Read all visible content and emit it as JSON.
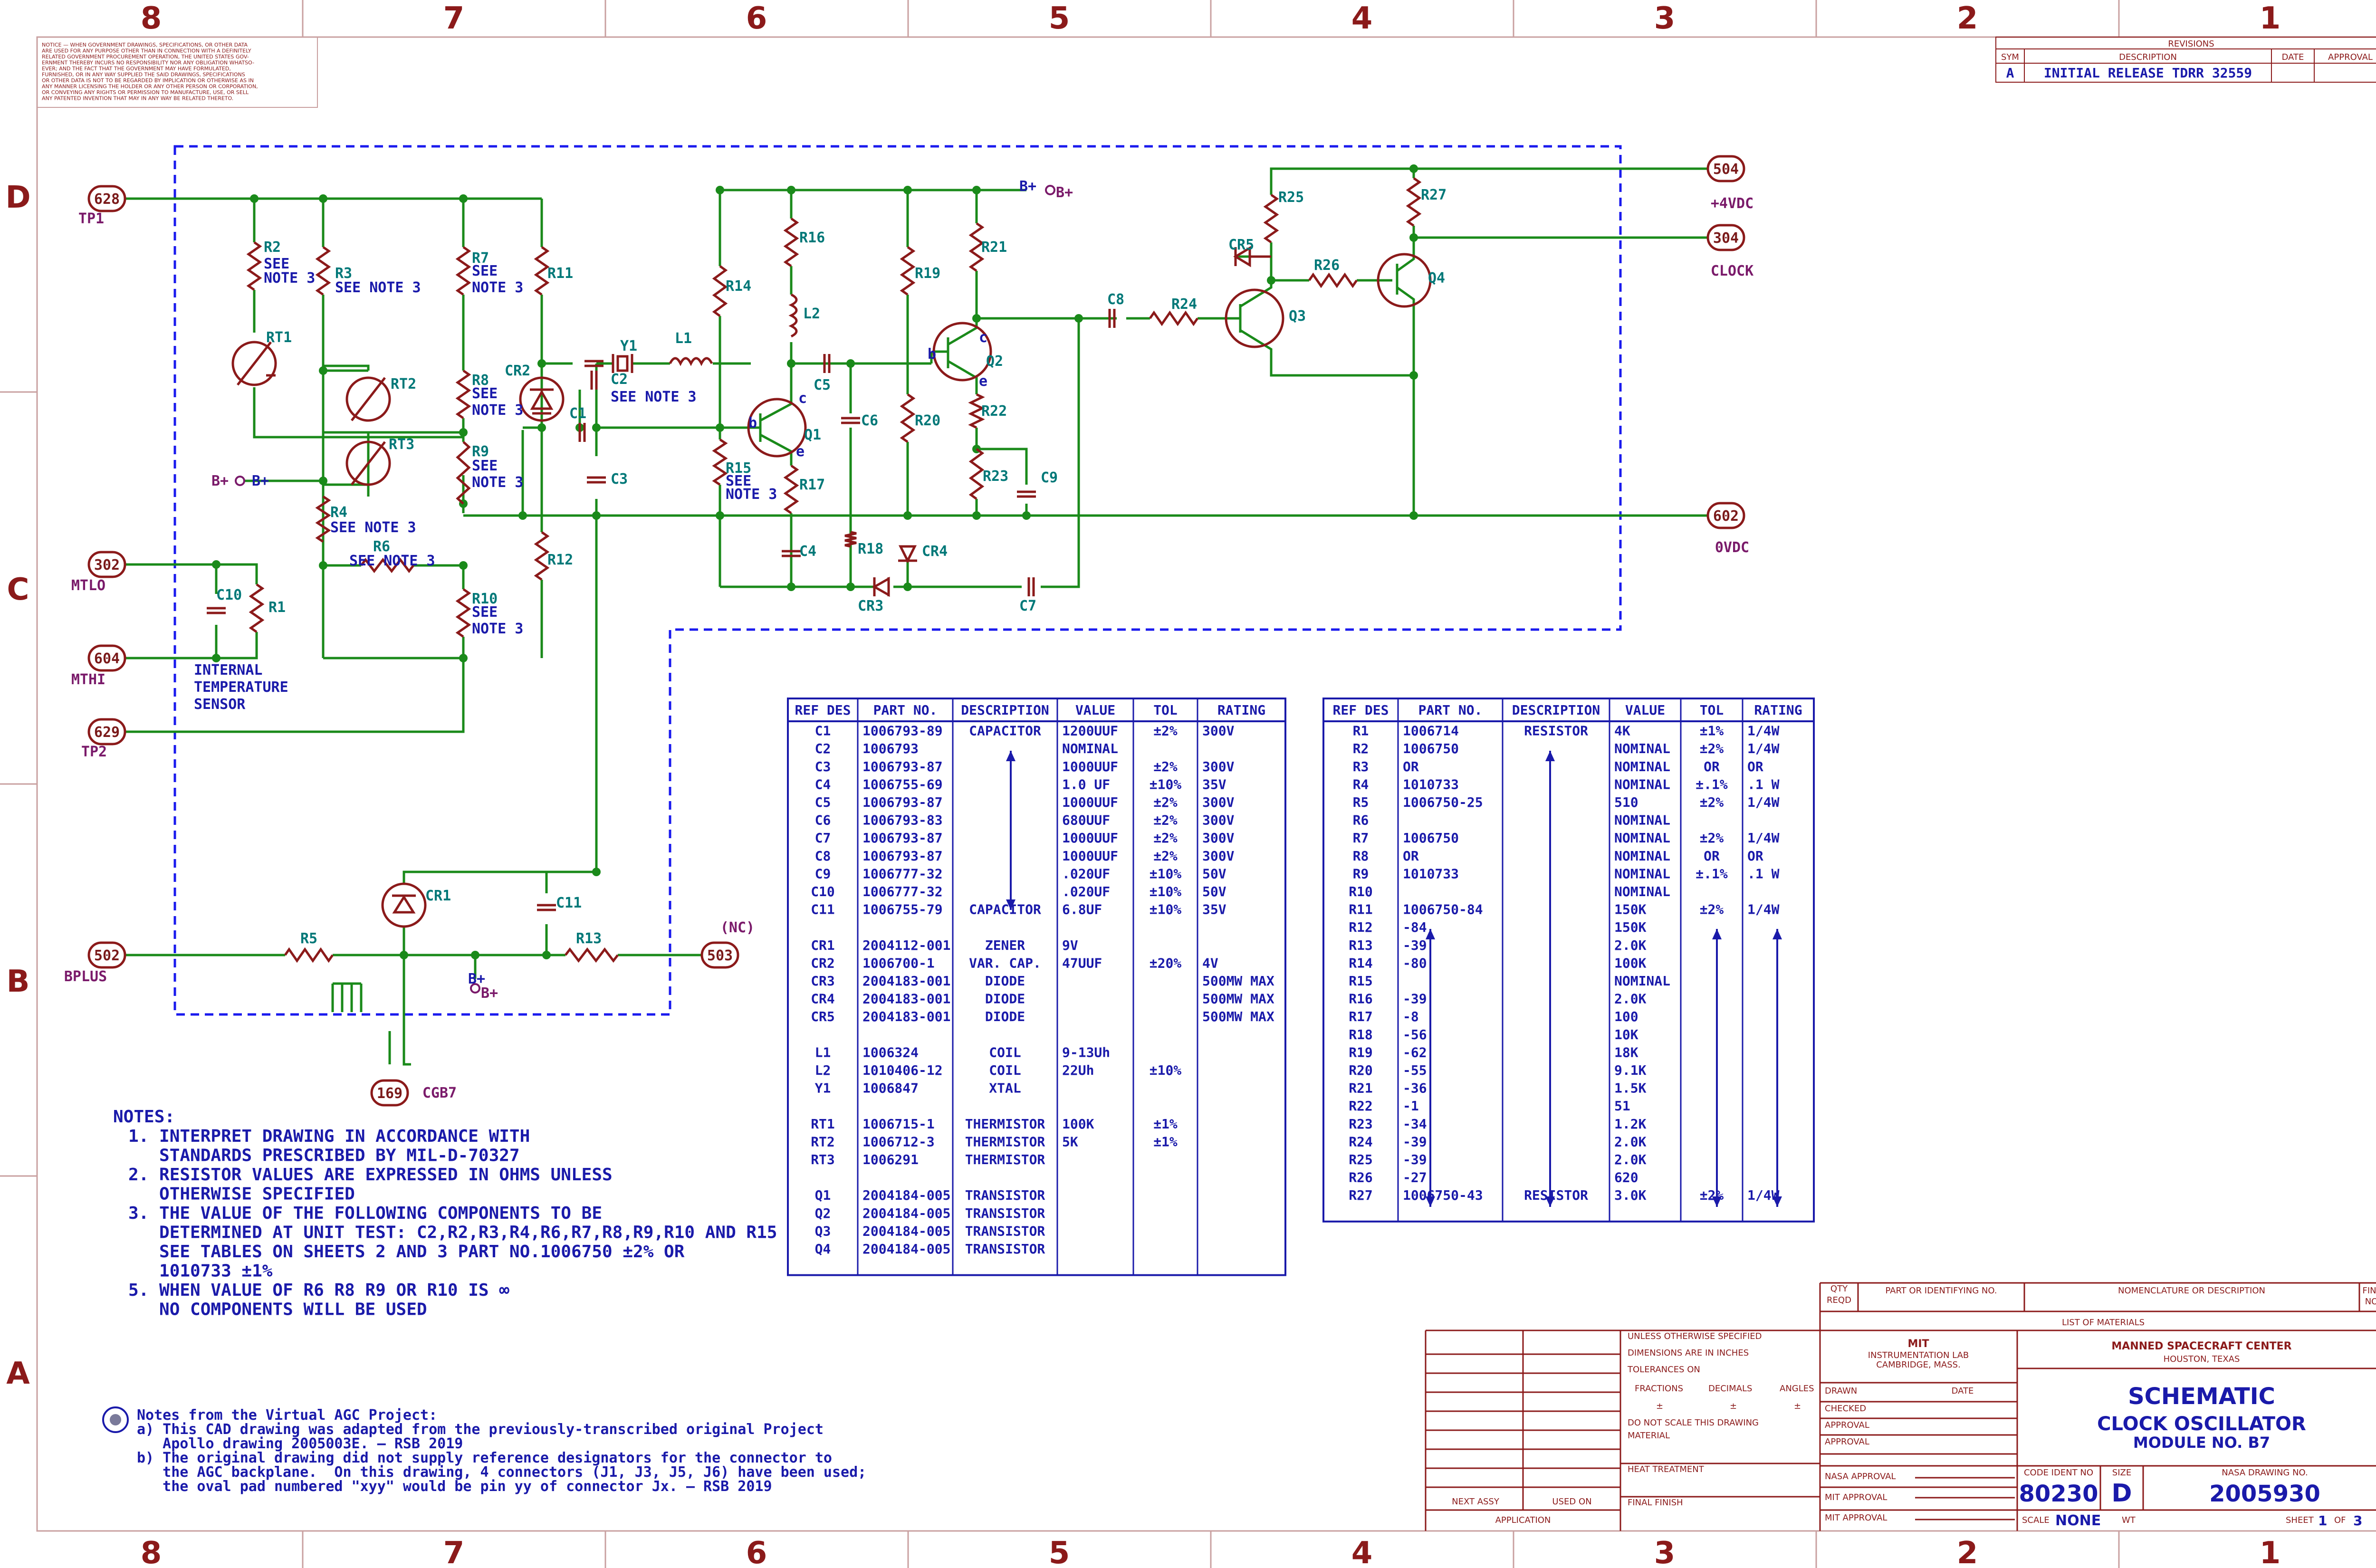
{
  "border": {
    "top_zones": [
      "8",
      "7",
      "6",
      "5",
      "4",
      "3",
      "2",
      "1"
    ],
    "side_zones": [
      "D",
      "C",
      "B",
      "A"
    ]
  },
  "notice_text": [
    "NOTICE — WHEN GOVERNMENT DRAWINGS, SPECIFICATIONS, OR OTHER DATA",
    "ARE USED FOR ANY PURPOSE OTHER THAN IN CONNECTION WITH A DEFINITELY",
    "RELATED GOVERNMENT PROCUREMENT OPERATION, THE UNITED STATES GOV-",
    "ERNMENT THEREBY INCURS NO RESPONSIBILITY NOR ANY OBLIGATION WHATSO-",
    "EVER; AND THE FACT THAT THE GOVERNMENT MAY HAVE FORMULATED,",
    "FURNISHED, OR IN ANY WAY SUPPLIED THE SAID DRAWINGS, SPECIFICATIONS",
    "OR OTHER DATA IS NOT TO BE REGARDED BY IMPLICATION OR OTHERWISE AS IN",
    "ANY MANNER LICENSING THE HOLDER OR ANY OTHER PERSON OR CORPORATION,",
    "OR CONVEYING ANY RIGHTS OR PERMISSION TO MANUFACTURE, USE, OR SELL",
    "ANY PATENTED INVENTION THAT MAY IN ANY WAY BE RELATED THERETO."
  ],
  "revisions": {
    "title": "REVISIONS",
    "headers": [
      "SYM",
      "DESCRIPTION",
      "DATE",
      "APPROVAL"
    ],
    "rows": [
      [
        "A",
        "INITIAL RELEASE TDRR 32559",
        "",
        ""
      ]
    ]
  },
  "schematic": {
    "connectors": [
      {
        "pin": "628",
        "label": "TP1"
      },
      {
        "pin": "302",
        "label": "MTLO"
      },
      {
        "pin": "604",
        "label": "MTHI"
      },
      {
        "pin": "629",
        "label": "TP2"
      },
      {
        "pin": "502",
        "label": "BPLUS"
      },
      {
        "pin": "169",
        "label": "CGB7"
      },
      {
        "pin": "503",
        "label": "(NC)"
      },
      {
        "pin": "504",
        "label": "+4VDC"
      },
      {
        "pin": "304",
        "label": "CLOCK"
      },
      {
        "pin": "602",
        "label": "0VDC"
      }
    ],
    "bplus": "B+",
    "components": [
      "R1",
      "R2",
      "R3",
      "R4",
      "R5",
      "R6",
      "R7",
      "R8",
      "R9",
      "R10",
      "R11",
      "R12",
      "R13",
      "R14",
      "R15",
      "R16",
      "R17",
      "R18",
      "R19",
      "R20",
      "R21",
      "R22",
      "R23",
      "R24",
      "R25",
      "R26",
      "R27",
      "RT1",
      "RT2",
      "RT3",
      "C1",
      "C2",
      "C3",
      "C4",
      "C5",
      "C6",
      "C7",
      "C8",
      "C9",
      "C10",
      "C11",
      "CR1",
      "CR2",
      "CR3",
      "CR4",
      "CR5",
      "Q1",
      "Q2",
      "Q3",
      "Q4",
      "L1",
      "L2",
      "Y1"
    ],
    "see_note_3": "SEE NOTE 3",
    "see": "SEE",
    "note_3": "NOTE 3",
    "sensor_label": [
      "INTERNAL",
      "TEMPERATURE",
      "SENSOR"
    ],
    "terminal_labels": {
      "b": "b",
      "c": "c",
      "e": "e"
    }
  },
  "table_left": {
    "headers": [
      "REF DES",
      "PART NO.",
      "DESCRIPTION",
      "VALUE",
      "TOL",
      "RATING"
    ],
    "rows": [
      [
        "C1",
        "1006793-89",
        "CAPACITOR",
        "1200UUF",
        "±2%",
        "300V"
      ],
      [
        "C2",
        "1006793",
        "",
        "NOMINAL",
        "",
        ""
      ],
      [
        "C3",
        "1006793-87",
        "",
        "1000UUF",
        "±2%",
        "300V"
      ],
      [
        "C4",
        "1006755-69",
        "",
        "1.0 UF",
        "±10%",
        "35V"
      ],
      [
        "C5",
        "1006793-87",
        "",
        "1000UUF",
        "±2%",
        "300V"
      ],
      [
        "C6",
        "1006793-83",
        "",
        "680UUF",
        "±2%",
        "300V"
      ],
      [
        "C7",
        "1006793-87",
        "",
        "1000UUF",
        "±2%",
        "300V"
      ],
      [
        "C8",
        "1006793-87",
        "",
        "1000UUF",
        "±2%",
        "300V"
      ],
      [
        "C9",
        "1006777-32",
        "",
        ".020UF",
        "±10%",
        "50V"
      ],
      [
        "C10",
        "1006777-32",
        "",
        ".020UF",
        "±10%",
        "50V"
      ],
      [
        "C11",
        "1006755-79",
        "CAPACITOR",
        "6.8UF",
        "±10%",
        "35V"
      ],
      [
        "",
        "",
        "",
        "",
        "",
        ""
      ],
      [
        "CR1",
        "2004112-001",
        "ZENER",
        "9V",
        "",
        ""
      ],
      [
        "CR2",
        "1006700-1",
        "VAR. CAP.",
        "47UUF",
        "±20%",
        "4V"
      ],
      [
        "CR3",
        "2004183-001",
        "DIODE",
        "",
        "",
        "500MW MAX"
      ],
      [
        "CR4",
        "2004183-001",
        "DIODE",
        "",
        "",
        "500MW MAX"
      ],
      [
        "CR5",
        "2004183-001",
        "DIODE",
        "",
        "",
        "500MW MAX"
      ],
      [
        "",
        "",
        "",
        "",
        "",
        ""
      ],
      [
        "L1",
        "1006324",
        "COIL",
        "9-13Uh",
        "",
        ""
      ],
      [
        "L2",
        "1010406-12",
        "COIL",
        "22Uh",
        "±10%",
        ""
      ],
      [
        "Y1",
        "1006847",
        "XTAL",
        "",
        "",
        ""
      ],
      [
        "",
        "",
        "",
        "",
        "",
        ""
      ],
      [
        "RT1",
        "1006715-1",
        "THERMISTOR",
        "100K",
        "±1%",
        ""
      ],
      [
        "RT2",
        "1006712-3",
        "THERMISTOR",
        "5K",
        "±1%",
        ""
      ],
      [
        "RT3",
        "1006291",
        "THERMISTOR",
        "",
        "",
        ""
      ],
      [
        "",
        "",
        "",
        "",
        "",
        ""
      ],
      [
        "Q1",
        "2004184-005",
        "TRANSISTOR",
        "",
        "",
        ""
      ],
      [
        "Q2",
        "2004184-005",
        "TRANSISTOR",
        "",
        "",
        ""
      ],
      [
        "Q3",
        "2004184-005",
        "TRANSISTOR",
        "",
        "",
        ""
      ],
      [
        "Q4",
        "2004184-005",
        "TRANSISTOR",
        "",
        "",
        ""
      ],
      [
        "",
        "",
        "",
        "",
        "",
        ""
      ]
    ]
  },
  "table_right": {
    "headers": [
      "REF DES",
      "PART NO.",
      "DESCRIPTION",
      "VALUE",
      "TOL",
      "RATING"
    ],
    "rows": [
      [
        "R1",
        "1006714",
        "RESISTOR",
        "4K",
        "±1%",
        "1/4W"
      ],
      [
        "R2",
        "1006750",
        "",
        "NOMINAL",
        "±2%",
        "1/4W"
      ],
      [
        "R3",
        "OR",
        "",
        "NOMINAL",
        "OR",
        "OR"
      ],
      [
        "R4",
        "1010733",
        "",
        "NOMINAL",
        "±.1%",
        ".1 W"
      ],
      [
        "R5",
        "1006750-25",
        "",
        "510",
        "±2%",
        "1/4W"
      ],
      [
        "R6",
        "",
        "",
        "NOMINAL",
        "",
        ""
      ],
      [
        "R7",
        "1006750",
        "",
        "NOMINAL",
        "±2%",
        "1/4W"
      ],
      [
        "R8",
        "OR",
        "",
        "NOMINAL",
        "OR",
        "OR"
      ],
      [
        "R9",
        "1010733",
        "",
        "NOMINAL",
        "±.1%",
        ".1 W"
      ],
      [
        "R10",
        "",
        "",
        "NOMINAL",
        "",
        ""
      ],
      [
        "R11",
        "1006750-84",
        "",
        "150K",
        "±2%",
        "1/4W"
      ],
      [
        "R12",
        "-84",
        "",
        "150K",
        "",
        ""
      ],
      [
        "R13",
        "-39",
        "",
        "2.0K",
        "",
        ""
      ],
      [
        "R14",
        "-80",
        "",
        "100K",
        "",
        ""
      ],
      [
        "R15",
        "",
        "",
        "NOMINAL",
        "",
        ""
      ],
      [
        "R16",
        "-39",
        "",
        "2.0K",
        "",
        ""
      ],
      [
        "R17",
        "-8",
        "",
        "100",
        "",
        ""
      ],
      [
        "R18",
        "-56",
        "",
        "10K",
        "",
        ""
      ],
      [
        "R19",
        "-62",
        "",
        "18K",
        "",
        ""
      ],
      [
        "R20",
        "-55",
        "",
        "9.1K",
        "",
        ""
      ],
      [
        "R21",
        "-36",
        "",
        "1.5K",
        "",
        ""
      ],
      [
        "R22",
        "-1",
        "",
        "51",
        "",
        ""
      ],
      [
        "R23",
        "-34",
        "",
        "1.2K",
        "",
        ""
      ],
      [
        "R24",
        "-39",
        "",
        "2.0K",
        "",
        ""
      ],
      [
        "R25",
        "-39",
        "",
        "2.0K",
        "",
        ""
      ],
      [
        "R26",
        "-27",
        "",
        "620",
        "",
        ""
      ],
      [
        "R27",
        "1006750-43",
        "RESISTOR",
        "3.0K",
        "±2%",
        "1/4W"
      ],
      [
        "",
        "",
        "",
        "",
        "",
        ""
      ]
    ]
  },
  "notes": {
    "title": "NOTES:",
    "lines": [
      "1. INTERPRET DRAWING IN ACCORDANCE WITH",
      "   STANDARDS PRESCRIBED BY MIL-D-70327",
      "2. RESISTOR VALUES ARE EXPRESSED IN OHMS UNLESS",
      "   OTHERWISE SPECIFIED",
      "3. THE VALUE OF THE FOLLOWING COMPONENTS TO BE",
      "   DETERMINED AT UNIT TEST: C2,R2,R3,R4,R6,R7,R8,R9,R10 AND R15",
      "   SEE TABLES ON SHEETS 2 AND 3 PART NO.1006750 ±2% OR",
      "   1010733 ±1%",
      "5. WHEN VALUE OF R6 R8 R9 OR R10 IS ∞",
      "   NO COMPONENTS WILL BE USED"
    ]
  },
  "vagc_notes": {
    "lines": [
      "Notes from the Virtual AGC Project:",
      "a) This CAD drawing was adapted from the previously-transcribed original Project",
      "   Apollo drawing 2005003E. — RSB 2019",
      "b) The original drawing did not supply reference designators for the connector to",
      "   the AGC backplane.  On this drawing, 4 connectors (J1, J3, J5, J6) have been used;",
      "   the oval pad numbered \"xyy\" would be pin yy of connector Jx. — RSB 2019"
    ]
  },
  "title_block": {
    "list_headers": [
      "QTY REQD",
      "PART OR IDENTIFYING NO.",
      "NOMENCLATURE OR DESCRIPTION",
      "FIND NO."
    ],
    "list_of_materials": "LIST OF MATERIALS",
    "unless": "UNLESS OTHERWISE SPECIFIED",
    "dims": "DIMENSIONS ARE IN INCHES",
    "tolerances": "TOLERANCES ON",
    "fractions": "FRACTIONS",
    "decimals": "DECIMALS",
    "angles": "ANGLES",
    "pm": "±",
    "do_not_scale": "DO NOT SCALE THIS DRAWING",
    "material": "MATERIAL",
    "heat_treatment": "HEAT TREATMENT",
    "final_finish": "FINAL FINISH",
    "next_assy": "NEXT ASSY",
    "used_on": "USED ON",
    "application": "APPLICATION",
    "mit": "MIT",
    "instr_lab": "INSTRUMENTATION LAB",
    "cambridge": "CAMBRIDGE, MASS.",
    "drawn": "DRAWN",
    "date": "DATE",
    "checked": "CHECKED",
    "approval": "APPROVAL",
    "nasa_approval": "NASA APPROVAL",
    "mit_approval": "MIT APPROVAL",
    "msc": "MANNED SPACECRAFT CENTER",
    "houston": "HOUSTON, TEXAS",
    "title1": "SCHEMATIC",
    "title2": "CLOCK OSCILLATOR",
    "title3": "MODULE NO. B7",
    "code_ident_label": "CODE IDENT NO",
    "code_ident": "80230",
    "size_label": "SIZE",
    "size": "D",
    "nasa_drawing_label": "NASA DRAWING NO.",
    "drawing_no": "2005930",
    "scale_label": "SCALE",
    "scale": "NONE",
    "wt": "WT",
    "sheet_label": "SHEET",
    "sheet": "1",
    "of": "OF",
    "sheets": "3"
  },
  "colors": {
    "wire": "#1a8a1a",
    "component": "#8b1a1a",
    "designator": "#007878",
    "table": "#1a1aaa",
    "border": "#8b1a1a",
    "dashed_box": "#1a1aee"
  }
}
